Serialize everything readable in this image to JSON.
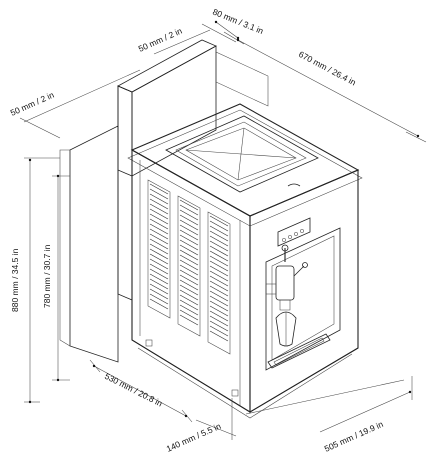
{
  "dimensions": {
    "top_gap_depth": "80 mm / 3.1 in",
    "wall_thickness_top": "50 mm / 2 in",
    "overall_depth": "670 mm / 26.4 in",
    "wall_thickness_left": "50 mm / 2 in",
    "overall_height": "880 mm / 34.5 in",
    "body_height": "780 mm / 30.7 in",
    "side_width": "530 mm / 20.8 in",
    "foot_offset": "140 mm / 5.5 in",
    "front_width": "505 mm / 19.9 in"
  }
}
